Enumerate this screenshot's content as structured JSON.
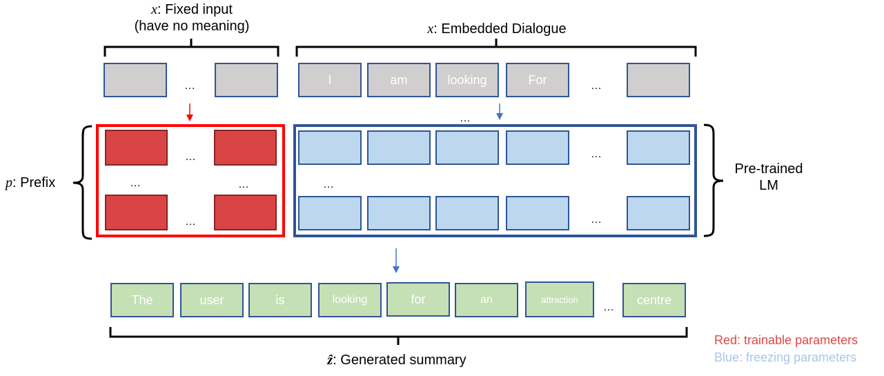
{
  "labels": {
    "fixed_input_var": "x",
    "fixed_input_line1": ": Fixed input",
    "fixed_input_line2": "(have no meaning)",
    "embedded_var": "x",
    "embedded_text": ": Embedded Dialogue",
    "prefix_var": "p",
    "prefix_text": ": Prefix",
    "lm_line1": "Pre-trained",
    "lm_line2": "LM",
    "summary_var": "ẑ",
    "summary_text": ": Generated summary"
  },
  "ellipsis": "…",
  "dialogue_tokens": [
    "I",
    "am",
    "looking",
    "For"
  ],
  "summary_tokens": [
    "The",
    "user",
    "is",
    "looking",
    "for",
    "an",
    "attraction",
    "centre"
  ],
  "legend": {
    "red": "Red: trainable parameters",
    "blue": "Blue: freezing parameters"
  },
  "colors": {
    "trainable": "#d94545",
    "frozen": "#bdd7ee",
    "input": "#d0cece",
    "summary": "#c5e0b4",
    "red_frame": "#ff0000",
    "blue_frame": "#2f5597"
  }
}
